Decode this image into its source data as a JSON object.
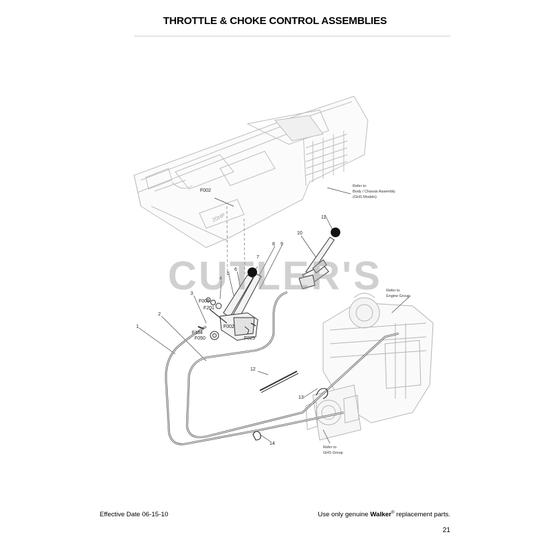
{
  "page": {
    "title": "THROTTLE & CHOKE CONTROL ASSEMBLIES",
    "footer_left": "Effective Date 06-15-10",
    "footer_right_prefix": "Use only genuine ",
    "footer_right_brand": "Walker",
    "footer_right_reg": "®",
    "footer_right_suffix": "  replacement parts.",
    "page_number": "21",
    "watermark": "CUTLER'S"
  },
  "diagram": {
    "labels": {
      "n1": "1",
      "n2": "2",
      "n3": "3",
      "n4": "4",
      "n5": "5",
      "n6": "6",
      "n7": "7",
      "n8": "8",
      "n9": "9",
      "n10": "10",
      "n11": "11",
      "n12": "12",
      "n13": "13",
      "n14": "14",
      "f002_top": "F002",
      "f002_mid": "F002",
      "f005": "F005",
      "f201": "F201",
      "f164": "F164",
      "f050": "F050",
      "f025": "F025",
      "hp": "20HP"
    },
    "callouts": {
      "body_1": "Refer to",
      "body_2": "Body / Chassis Assembly",
      "body_3": "(GHS Models)",
      "engine_1": "Refer to",
      "engine_2": "Engine Group",
      "ghs_1": "Refer to",
      "ghs_2": "GHS Group"
    }
  }
}
